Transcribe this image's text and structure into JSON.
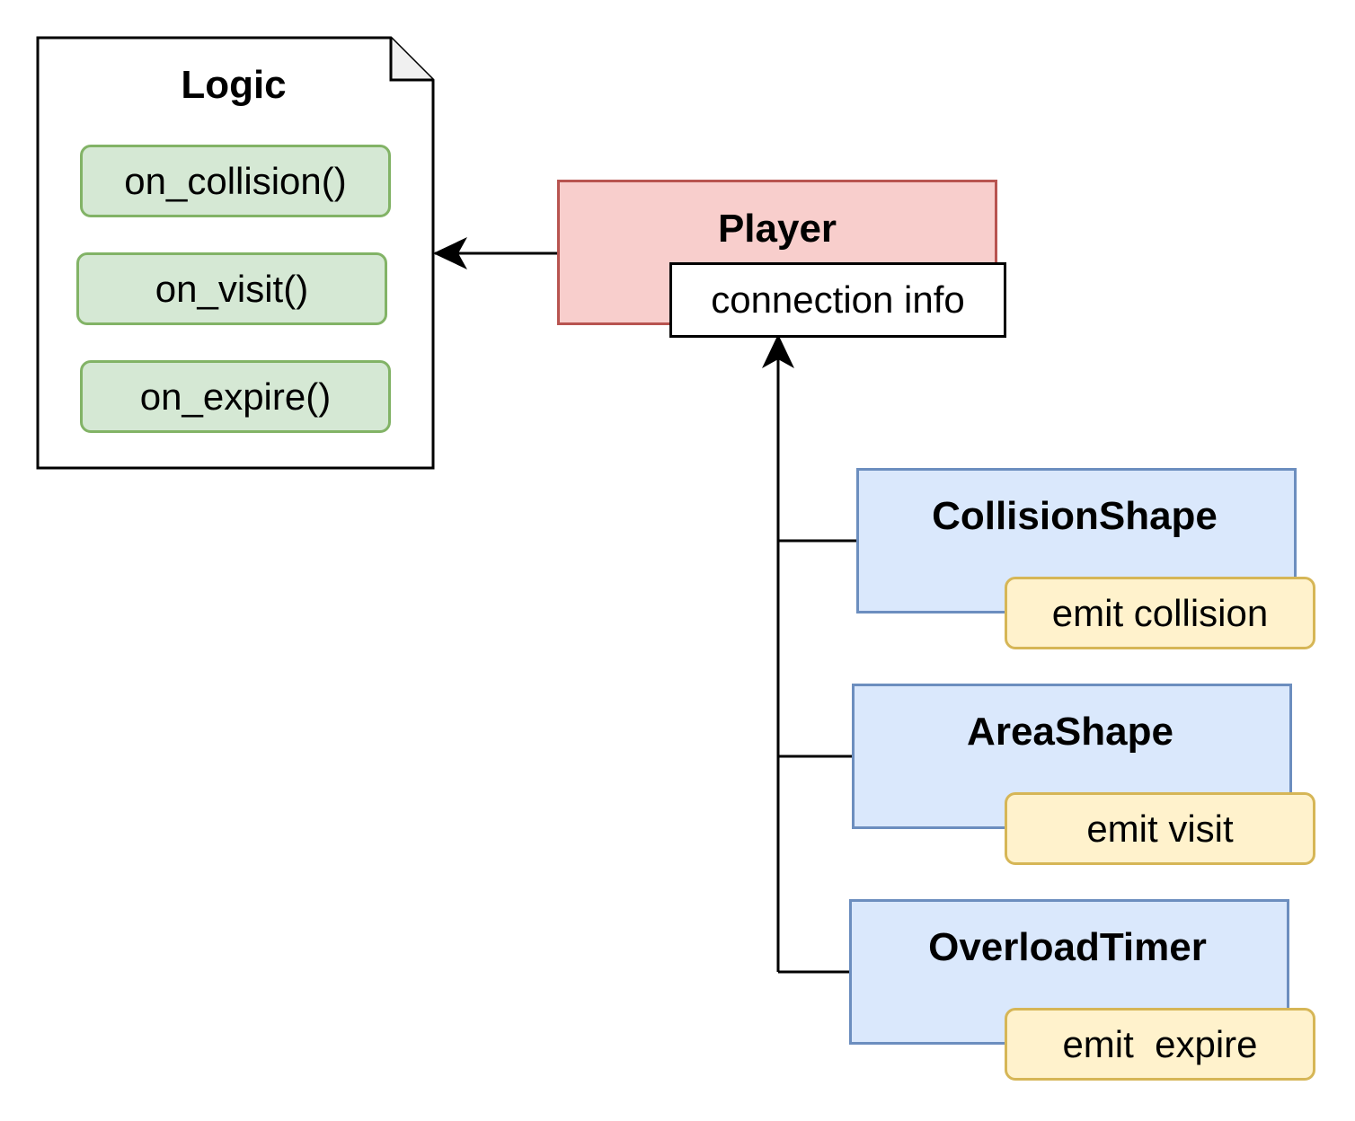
{
  "logic": {
    "title": "Logic",
    "methods": [
      "on_collision()",
      "on_visit()",
      "on_expire()"
    ]
  },
  "player": {
    "title": "Player",
    "connection_label": "connection info"
  },
  "components": [
    {
      "title": "CollisionShape",
      "emit": "emit collision"
    },
    {
      "title": "AreaShape",
      "emit": "emit visit"
    },
    {
      "title": "OverloadTimer",
      "emit": "emit  expire"
    }
  ],
  "colors": {
    "logic_method_fill": "#d5e8d4",
    "logic_method_stroke": "#82b366",
    "player_fill": "#f8cecc",
    "player_stroke": "#b85450",
    "component_fill": "#dae8fc",
    "component_stroke": "#6c8ebf",
    "emit_fill": "#fff2cc",
    "emit_stroke": "#d6b656"
  }
}
